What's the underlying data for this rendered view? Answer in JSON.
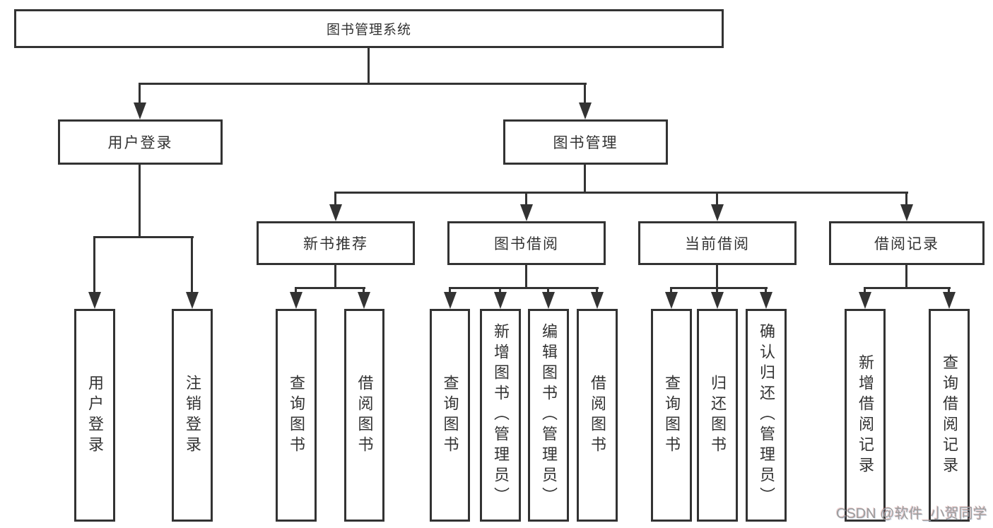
{
  "diagram": {
    "root": {
      "label": "图书管理系统"
    },
    "branches": [
      {
        "label": "用户登录",
        "children": [
          {
            "label": "用户登录"
          },
          {
            "label": "注销登录"
          }
        ]
      },
      {
        "label": "图书管理",
        "children": [
          {
            "label": "新书推荐",
            "children": [
              {
                "label": "查询图书"
              },
              {
                "label": "借阅图书"
              }
            ]
          },
          {
            "label": "图书借阅",
            "children": [
              {
                "label": "查询图书"
              },
              {
                "label": "新增图书（管理员）"
              },
              {
                "label": "编辑图书（管理员）"
              },
              {
                "label": "借阅图书"
              }
            ]
          },
          {
            "label": "当前借阅",
            "children": [
              {
                "label": "查询图书"
              },
              {
                "label": "归还图书"
              },
              {
                "label": "确认归还（管理员）"
              }
            ]
          },
          {
            "label": "借阅记录",
            "children": [
              {
                "label": "新增借阅记录"
              },
              {
                "label": "查询借阅记录"
              }
            ]
          }
        ]
      }
    ],
    "watermark": "CSDN @软件_小贺同学",
    "colors": {
      "line": "#333333",
      "text": "#333333",
      "background": "#ffffff",
      "watermark": "#9d9d9d"
    }
  }
}
